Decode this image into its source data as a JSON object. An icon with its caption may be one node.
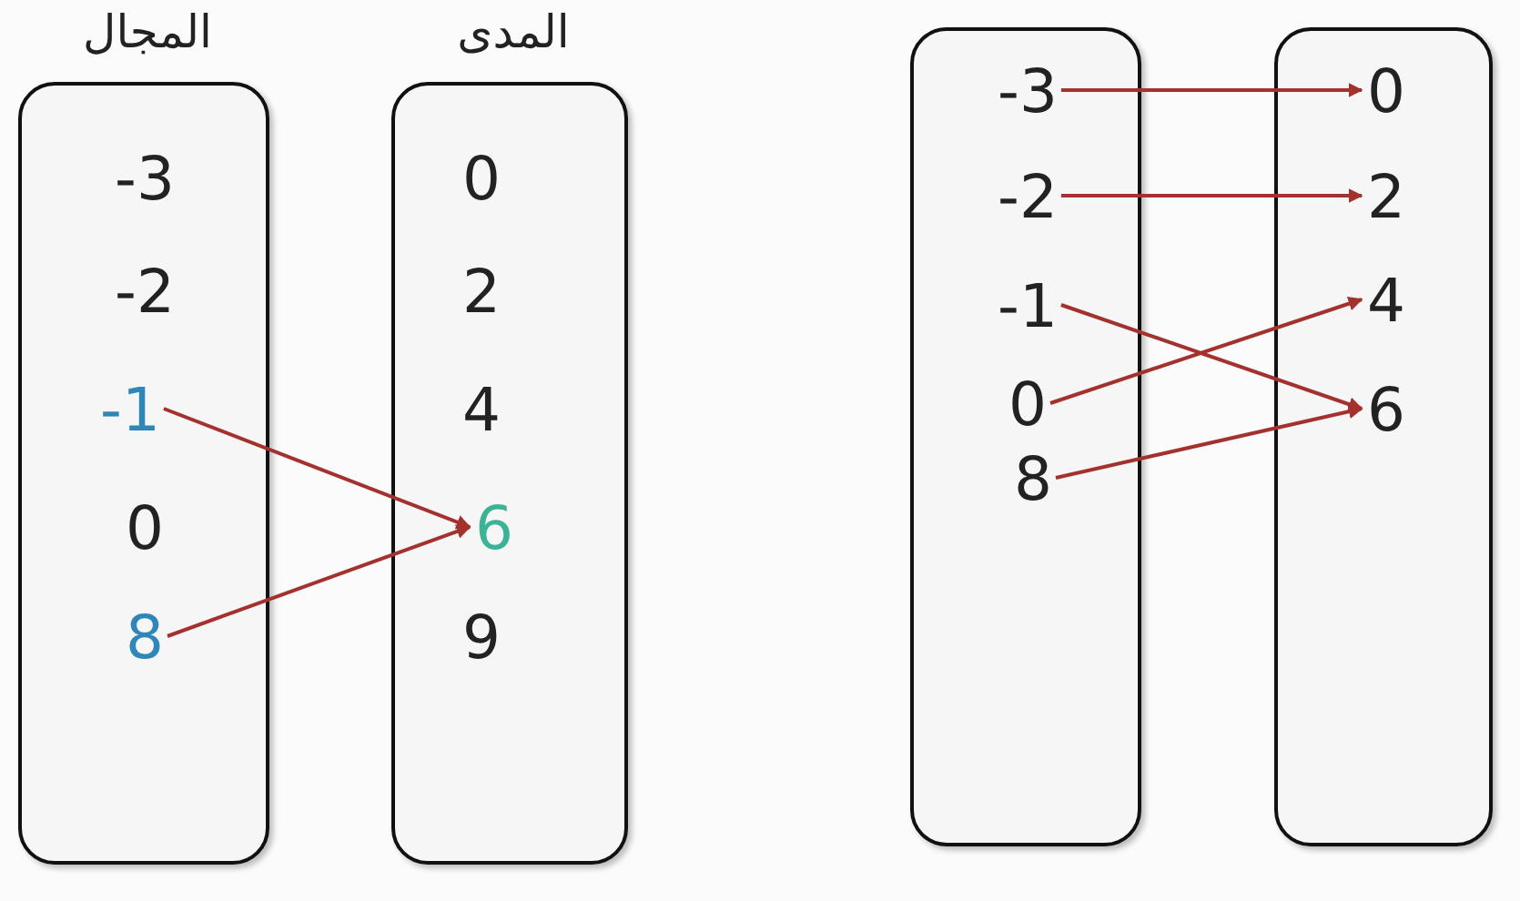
{
  "diagram": {
    "nodes": [
      {
        "text": [
          "المجال"
        ]
      },
      {
        "text": [
          "-3"
        ],
        "in": 0
      },
      {
        "text": [
          "-2"
        ],
        "in": 0
      },
      {
        "text": [
          "-1"
        ],
        "in": 0
      },
      {
        "text": [
          "0"
        ],
        "in": 0
      },
      {
        "text": [
          "8"
        ],
        "in": 0
      },
      {
        "text": [
          "المدى"
        ]
      },
      {
        "text": [
          "0"
        ],
        "in": 6
      },
      {
        "text": [
          "2"
        ],
        "in": 6
      },
      {
        "text": [
          "4"
        ],
        "in": 6
      },
      {
        "text": [
          "6"
        ],
        "in": 6
      },
      {
        "text": [
          "9"
        ],
        "in": 6
      },
      {
        "text": [],
        "shape": "box"
      },
      {
        "text": [
          "-3"
        ],
        "in": 12
      },
      {
        "text": [
          "-2"
        ],
        "in": 12
      },
      {
        "text": [
          "-1"
        ],
        "in": 12
      },
      {
        "text": [
          "0"
        ],
        "in": 12
      },
      {
        "text": [
          "8"
        ],
        "in": 12
      },
      {
        "text": [],
        "shape": "box"
      },
      {
        "text": [
          "0"
        ],
        "in": 18
      },
      {
        "text": [
          "2"
        ],
        "in": 18
      },
      {
        "text": [
          "4"
        ],
        "in": 18
      },
      {
        "text": [
          "6"
        ],
        "in": 18
      }
    ],
    "edges": [
      {
        "from": 3,
        "to": 10,
        "arrow": "to"
      },
      {
        "from": 5,
        "to": 10,
        "arrow": "to"
      },
      {
        "from": 13,
        "to": 19,
        "arrow": "to"
      },
      {
        "from": 14,
        "to": 20,
        "arrow": "to"
      },
      {
        "from": 15,
        "to": 22,
        "arrow": "to"
      },
      {
        "from": 16,
        "to": 21,
        "arrow": "to"
      },
      {
        "from": 17,
        "to": 22,
        "arrow": "to"
      }
    ]
  }
}
